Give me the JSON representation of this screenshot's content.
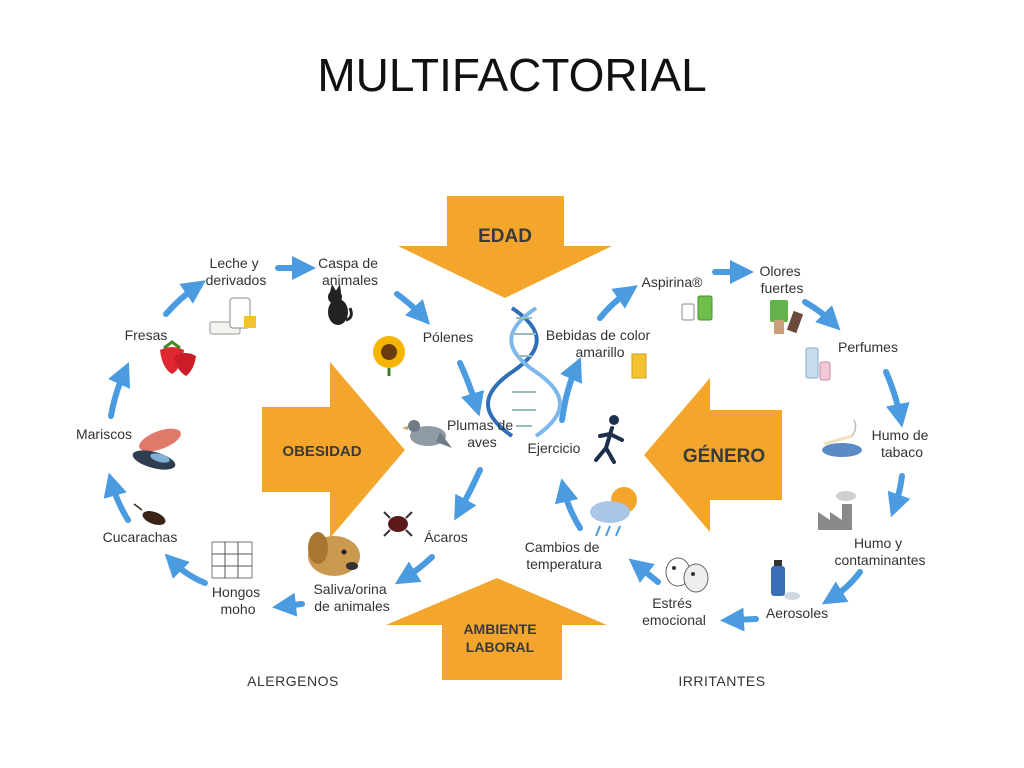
{
  "title": "MULTIFACTORIAL",
  "factors": {
    "top": "EDAD",
    "left": "OBESIDAD",
    "right": "GÉNERO",
    "bottom": [
      "AMBIENTE",
      "LABORAL"
    ]
  },
  "allergens_cycle": [
    [
      "Leche y",
      "derivados"
    ],
    [
      "Caspa de",
      "animales"
    ],
    [
      "Pólenes"
    ],
    [
      "Plumas de",
      "aves"
    ],
    [
      "Ácaros"
    ],
    [
      "Saliva/orina",
      "de animales"
    ],
    [
      "Hongos",
      "moho"
    ],
    [
      "Cucarachas"
    ],
    [
      "Mariscos"
    ],
    [
      "Fresas"
    ]
  ],
  "irritants_cycle": [
    [
      "Aspirina®"
    ],
    [
      "Olores",
      "fuertes"
    ],
    [
      "Perfumes"
    ],
    [
      "Humo de",
      "tabaco"
    ],
    [
      "Humo y",
      "contaminantes"
    ],
    [
      "Aerosoles"
    ],
    [
      "Estrés",
      "emocional"
    ],
    [
      "Cambios de",
      "temperatura"
    ],
    [
      "Ejercicio"
    ],
    [
      "Bebidas de color",
      "amarillo"
    ]
  ],
  "categories": {
    "left": "ALERGENOS",
    "right": "IRRITANTES"
  },
  "colors": {
    "arrow_orange": "#F3A62B",
    "cycle_blue": "#4A9BE0"
  },
  "icons": [
    "dna-icon",
    "milk-icon",
    "cat-icon",
    "sunflower-icon",
    "pigeon-icon",
    "mite-icon",
    "dog-icon",
    "mold-icon",
    "cockroach-icon",
    "seafood-icon",
    "strawberry-icon",
    "pills-icon",
    "paint-icon",
    "perfume-icon",
    "ashtray-icon",
    "factory-icon",
    "spray-icon",
    "masks-icon",
    "weather-icon",
    "runner-icon",
    "juice-glass-icon"
  ]
}
